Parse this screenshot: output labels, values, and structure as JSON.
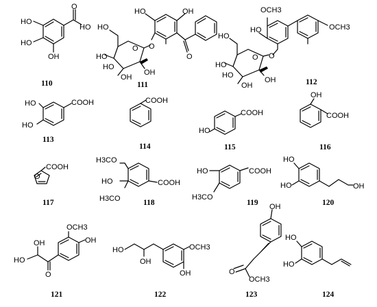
{
  "compounds": [
    {
      "id": "110",
      "labels": [
        "HO",
        "HO",
        "OH",
        "HO",
        "O"
      ]
    },
    {
      "id": "111",
      "labels": [
        "HO",
        "OH",
        "O",
        "HO",
        "O",
        "O",
        "HO",
        "HO",
        "OH",
        "OH"
      ]
    },
    {
      "id": "112",
      "labels": [
        "OCH3",
        "OCH3",
        "HO",
        "HO",
        "O",
        "O",
        "HO",
        "HO",
        "OH",
        "OH"
      ]
    },
    {
      "id": "113",
      "labels": [
        "HO",
        "HO",
        "COOH"
      ]
    },
    {
      "id": "114",
      "labels": [
        "COOH"
      ]
    },
    {
      "id": "115",
      "labels": [
        "HO",
        "COOH"
      ]
    },
    {
      "id": "116",
      "labels": [
        "OH",
        "COOH"
      ]
    },
    {
      "id": "117",
      "labels": [
        "O",
        "COOH"
      ]
    },
    {
      "id": "118",
      "labels": [
        "H3CO",
        "HO",
        "H3CO",
        "COOH"
      ]
    },
    {
      "id": "119",
      "labels": [
        "HO",
        "H3CO",
        "COOH"
      ]
    },
    {
      "id": "120",
      "labels": [
        "HO",
        "HO",
        "OH"
      ]
    },
    {
      "id": "121",
      "labels": [
        "OCH3",
        "OH",
        "OH",
        "HO",
        "O"
      ]
    },
    {
      "id": "122",
      "labels": [
        "HO",
        "OH",
        "OCH3",
        "OH"
      ]
    },
    {
      "id": "123",
      "labels": [
        "OH",
        "O",
        "OCH3"
      ]
    },
    {
      "id": "124",
      "labels": [
        "HO",
        "HO"
      ]
    }
  ]
}
